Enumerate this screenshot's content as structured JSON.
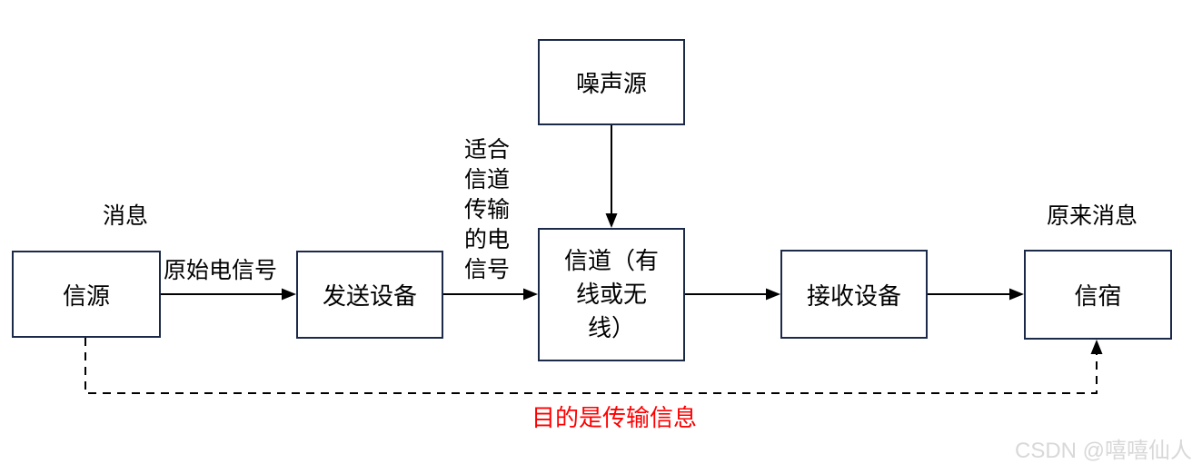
{
  "diagram": {
    "nodes": [
      {
        "id": "source",
        "label": "信源"
      },
      {
        "id": "transmitter",
        "label": "发送设备"
      },
      {
        "id": "noise",
        "label": "噪声源"
      },
      {
        "id": "channel",
        "label": "信道（有线或无线）"
      },
      {
        "id": "receiver",
        "label": "接收设备"
      },
      {
        "id": "destination",
        "label": "信宿"
      }
    ],
    "captions": [
      {
        "node": "信源",
        "text": "消息"
      },
      {
        "node": "信宿",
        "text": "原来消息"
      }
    ],
    "edges": [
      {
        "from": "信源",
        "to": "发送设备",
        "style": "solid",
        "label": "原始电信号"
      },
      {
        "from": "发送设备",
        "to": "信道",
        "style": "solid",
        "label": "适合信道传输的电信号"
      },
      {
        "from": "噪声源",
        "to": "信道",
        "style": "solid"
      },
      {
        "from": "信道",
        "to": "接收设备",
        "style": "solid"
      },
      {
        "from": "接收设备",
        "to": "信宿",
        "style": "solid"
      },
      {
        "from": "信源",
        "to": "信宿",
        "style": "dashed",
        "label": "目的是传输信息"
      }
    ],
    "watermark": "CSDN @嘻嘻仙人",
    "colors": {
      "background": "#ffffff",
      "box_border": "#1c2a4a",
      "box_fill": "#ffffff",
      "line": "#000000",
      "text": "#000000",
      "purpose_label": "#ff0000",
      "watermark": "#d8d8d8"
    }
  }
}
